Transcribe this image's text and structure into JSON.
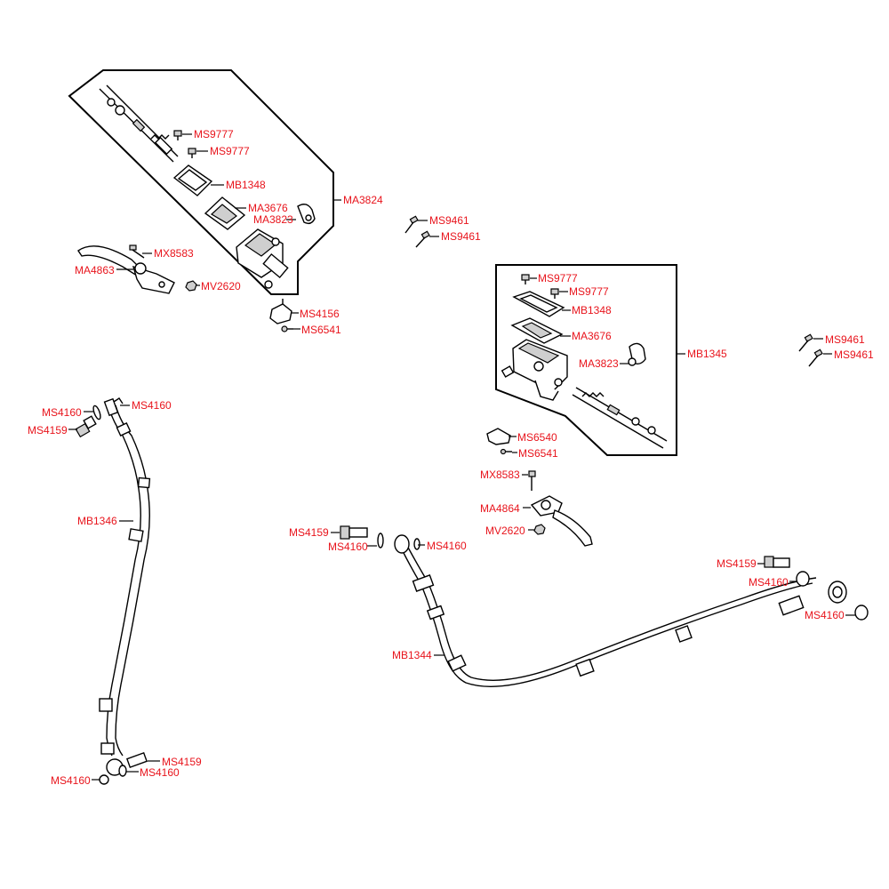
{
  "colors": {
    "label": "#e8141c",
    "line": "#000000",
    "background": "#ffffff"
  },
  "labels": {
    "ms9777_a": "MS9777",
    "ms9777_b": "MS9777",
    "mb1348_a": "MB1348",
    "ma3676_a": "MA3676",
    "ma3823_a": "MA3823",
    "ma3824": "MA3824",
    "ms9461_a": "MS9461",
    "ms9461_b": "MS9461",
    "mx8583_a": "MX8583",
    "ma4863": "MA4863",
    "mv2620_a": "MV2620",
    "ms4156": "MS4156",
    "ms6541_a": "MS6541",
    "ms9777_c": "MS9777",
    "ms9777_d": "MS9777",
    "mb1348_b": "MB1348",
    "ma3676_b": "MA3676",
    "ma3823_b": "MA3823",
    "mb1345": "MB1345",
    "ms9461_c": "MS9461",
    "ms9461_d": "MS9461",
    "ms6540": "MS6540",
    "ms6541_b": "MS6541",
    "mx8583_b": "MX8583",
    "ma4864": "MA4864",
    "mv2620_b": "MV2620",
    "ms4160_a": "MS4160",
    "ms4160_b": "MS4160",
    "ms4159_a": "MS4159",
    "mb1346": "MB1346",
    "ms4159_b": "MS4159",
    "ms4160_c": "MS4160",
    "ms4160_d": "MS4160",
    "ms4159_c": "MS4159",
    "ms4160_e": "MS4160",
    "ms4160_f": "MS4160",
    "ms4159_d": "MS4159",
    "ms4160_g": "MS4160",
    "ms4160_h": "MS4160",
    "mb1344": "MB1344"
  }
}
